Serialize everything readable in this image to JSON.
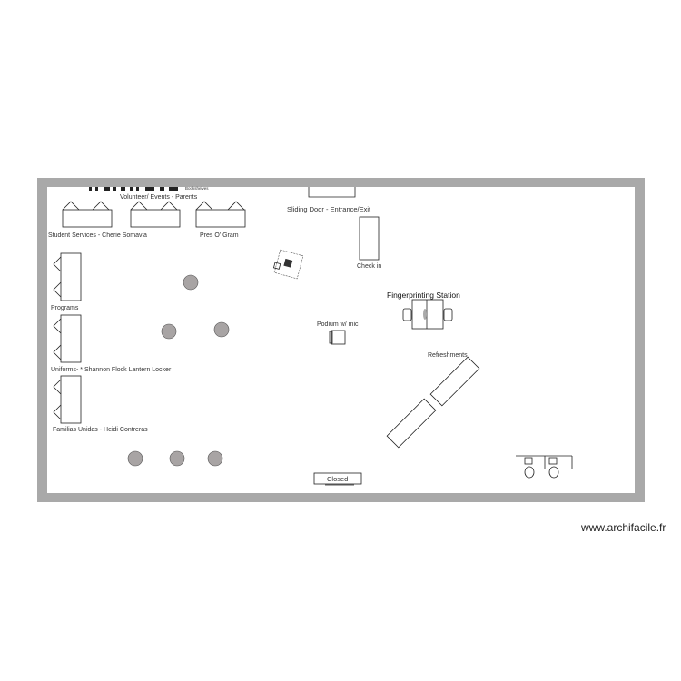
{
  "labels": {
    "bookshelves": "Bookshelves",
    "volunteer": "Volunteer/ Events - Parents",
    "student_services": "Student Services - Cherie Somavia",
    "pres_o_gram": "Pres O' Gram",
    "sliding_door": "Sliding Door - Entrance/Exit",
    "check_in": "Check in",
    "fingerprinting": "Fingerprinting Station",
    "podium": "Podium w/ mic",
    "refreshments": "Refreshments",
    "programs": "Programs",
    "uniforms": "Uniforms- * Shannon Flock Lantern Locker",
    "familias": "Familias Unidas - Heidi Contreras",
    "closed": "Closed"
  },
  "watermark": "www.archifacile.fr",
  "colors": {
    "wall": "#a9a9a9",
    "round_table": "#a8a4a4"
  }
}
